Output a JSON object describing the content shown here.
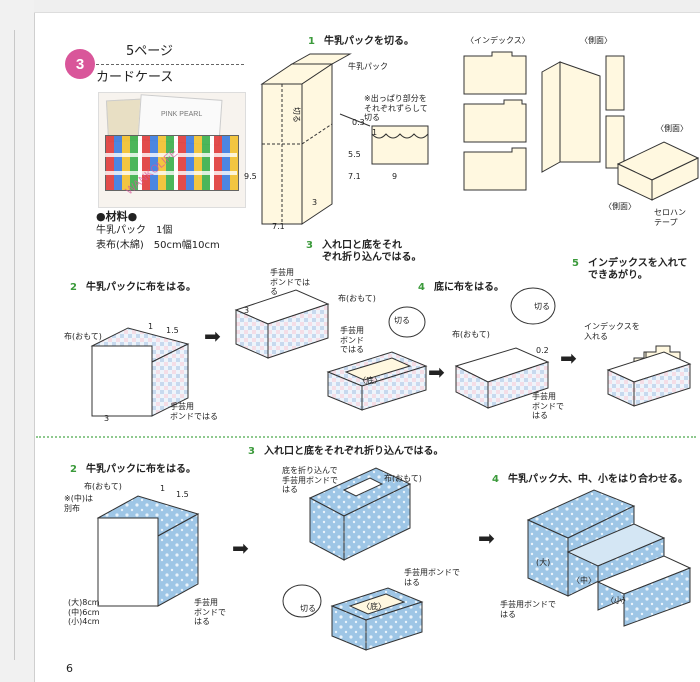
{
  "header": {
    "badge_number": "3",
    "page_ref": "5ページ",
    "title": "カードケース",
    "photo_label": "PINK PEARL",
    "watermark": "WANKOLIFE"
  },
  "materials": {
    "heading": "●材料●",
    "item1": "牛乳パック　1個",
    "item2": "表布(木綿)　50cm幅10cm"
  },
  "step1": {
    "num": "1",
    "text": "牛乳パックを切る。",
    "carton_label": "牛乳パック",
    "cut_label": "切る",
    "note": "※出っぱり部分を\nそれぞれずらして\n切る",
    "dims": [
      "0.3",
      "1",
      "5.5",
      "7.1",
      "9",
      "9.5",
      "3",
      "7.1"
    ],
    "index_label": "〈インデックス〉",
    "side_label_top": "〈側面〉",
    "side_label_right": "〈側面〉",
    "side_label_bottom": "〈側面〉",
    "tape_label": "セロハン\nテープ"
  },
  "section_a": {
    "step2_num": "2",
    "step2_text": "牛乳パックに布をはる。",
    "fabric_front": "布(おもて)",
    "dims": [
      "1",
      "1.5",
      "3"
    ],
    "bond_label": "手芸用\nボンドではる",
    "step3_num": "3",
    "step3_text": "入れ口と底をそれ\nぞれ折り込んではる。",
    "step3_bond": "手芸用\nボンドでは\nる",
    "step3_dim": "3",
    "step3_fabric": "布(おもて)",
    "step3_bond2": "手芸用\nボンド\nではる",
    "bottom_label": "〈底〉",
    "cut_bubble": "切る",
    "step4_num": "4",
    "step4_text": "底に布をはる。",
    "step4_fabric": "布(おもて)",
    "step4_cut": "切る",
    "step4_dim": "0.2",
    "step4_bond": "手芸用\nボンドで\nはる",
    "step5_num": "5",
    "step5_text": "インデックスを入れて\nできあがり。",
    "step5_label": "インデックスを\n入れる"
  },
  "section_b": {
    "step2_num": "2",
    "step2_text": "牛乳パックに布をはる。",
    "fabric_front": "布(おもて)",
    "note": "※(中)は\n別布",
    "dims": [
      "1",
      "1.5"
    ],
    "sizes": "(大)8cm\n(中)6cm\n(小)4cm",
    "bond_label": "手芸用\nボンドで\nはる",
    "step3_num": "3",
    "step3_text": "入れ口と底をそれぞれ折り込んではる。",
    "fold_note": "底を折り込んで\n手芸用ボンドで\nはる",
    "fabric_front2": "布(おもて)",
    "bond_label2": "手芸用ボンドで\nはる",
    "bottom_label": "〈底〉",
    "cut_bubble": "切る",
    "step4_num": "4",
    "step4_text": "牛乳パック大、中、小をはり合わせる。",
    "large": "(大)",
    "medium": "〈中〉",
    "small": "〈小〉",
    "bond_label3": "手芸用ボンドで\nはる"
  },
  "footer": {
    "page_number": "6"
  },
  "colors": {
    "accent_pink": "#d9569a",
    "step_green": "#3b9a3b",
    "fabric_blue": "#9ec6e6"
  }
}
